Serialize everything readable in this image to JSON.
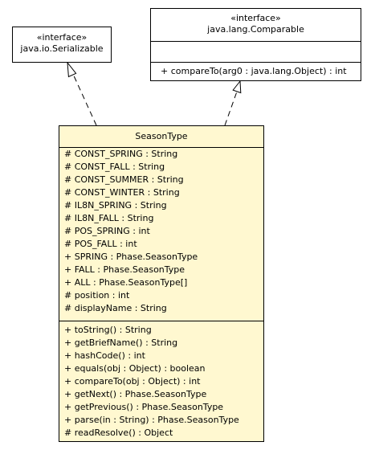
{
  "serializable": {
    "stereotype": "«interface»",
    "name": "java.io.Serializable"
  },
  "comparable": {
    "stereotype": "«interface»",
    "name": "java.lang.Comparable",
    "methods": [
      "+ compareTo(arg0 : java.lang.Object) : int"
    ]
  },
  "seasontype": {
    "name": "SeasonType",
    "fields": [
      "# CONST_SPRING : String",
      "# CONST_FALL : String",
      "# CONST_SUMMER : String",
      "# CONST_WINTER : String",
      "# IL8N_SPRING : String",
      "# IL8N_FALL : String",
      "# POS_SPRING : int",
      "# POS_FALL : int",
      "+ SPRING : Phase.SeasonType",
      "+ FALL : Phase.SeasonType",
      "+ ALL : Phase.SeasonType[]",
      "# position : int",
      "# displayName : String"
    ],
    "methods": [
      "+ toString() : String",
      "+ getBriefName() : String",
      "+ hashCode() : int",
      "+ equals(obj : Object) : boolean",
      "+ compareTo(obj : Object) : int",
      "+ getNext() : Phase.SeasonType",
      "+ getPrevious() : Phase.SeasonType",
      "+ parse(in : String) : Phase.SeasonType",
      "# readResolve() : Object"
    ]
  }
}
